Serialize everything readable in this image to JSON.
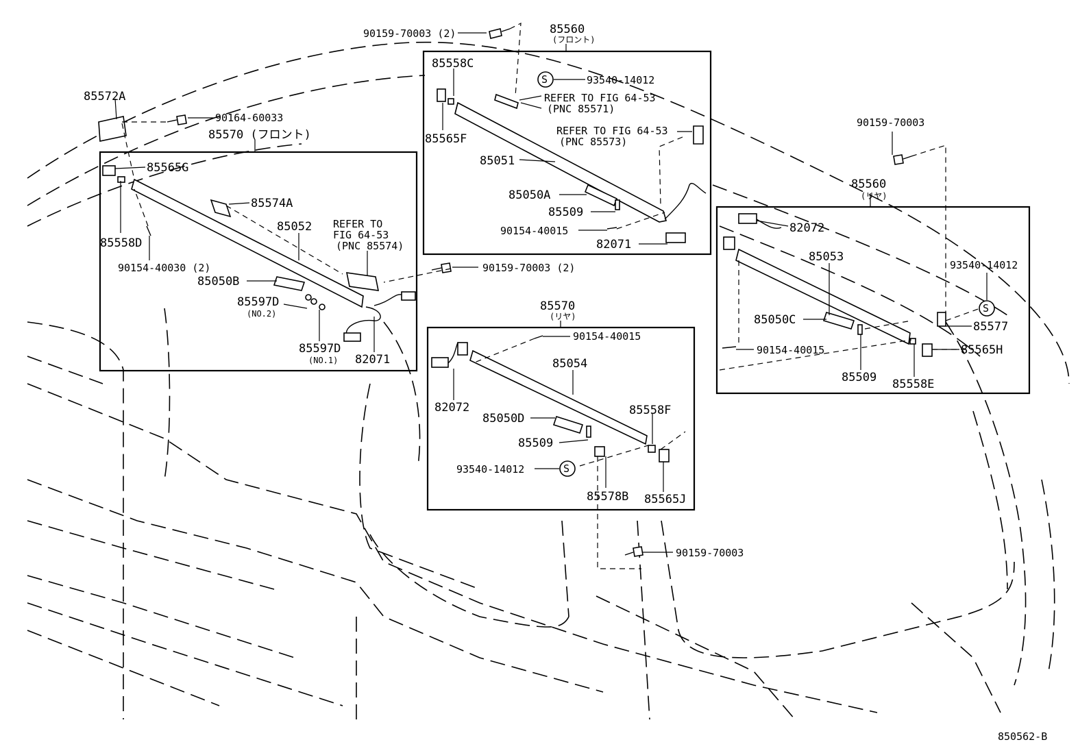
{
  "diagram_id": "850562-B",
  "callouts": {
    "c1": "90159-70003 (2)",
    "c2": "85560",
    "c2sub": "(フロント)",
    "c3": "85558C",
    "c4": "93540-14012",
    "c5a": "REFER TO FIG 64-53",
    "c5b": "(PNC 85571)",
    "c6a": "REFER TO FIG 64-53",
    "c6b": "(PNC 85573)",
    "c7": "85565F",
    "c8": "85051",
    "c9": "85050A",
    "c10": "85509",
    "c11": "90154-40015",
    "c12": "82071",
    "c13": "85572A",
    "c14": "90164-60033",
    "c15": "85570 (フロント)",
    "c16": "85565G",
    "c17": "85574A",
    "c18": "85052",
    "c19a": "REFER TO",
    "c19b": "FIG 64-53",
    "c19c": "(PNC 85574)",
    "c20": "85558D",
    "c21": "90154-40030 (2)",
    "c22": "85050B",
    "c23": "85597D",
    "c23sub": "(NO.2)",
    "c24": "85597D",
    "c24sub": "(NO.1)",
    "c25": "82071",
    "c26": "90159-70003 (2)",
    "c27": "90159-70003",
    "c28": "85560",
    "c28sub": "(リヤ)",
    "c29": "82072",
    "c30": "85053",
    "c31": "93540-14012",
    "c32": "85050C",
    "c33": "85577",
    "c34": "90154-40015",
    "c35": "85565H",
    "c36": "85509",
    "c37": "85558E",
    "c38": "85570",
    "c38sub": "(リヤ)",
    "c39": "90154-40015",
    "c40": "85054",
    "c41": "82072",
    "c42": "85050D",
    "c43": "85558F",
    "c44": "85509",
    "c45": "93540-14012",
    "c46": "85578B",
    "c47": "85565J",
    "c48": "90159-70003"
  },
  "symbols": {
    "s_mark": "S"
  }
}
